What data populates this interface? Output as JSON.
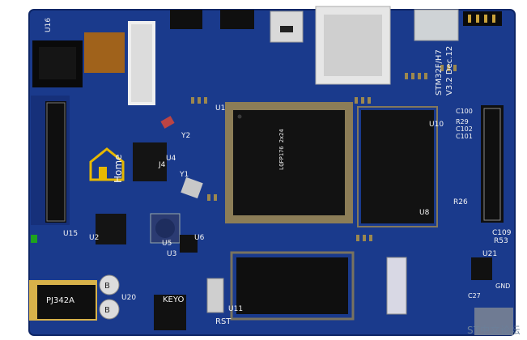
{
  "board": {
    "version_main": "STM32F/H7",
    "version_sub": "V3.2 Dec.12",
    "logo_text": "Home",
    "mcu_marking": "LQFP176 2x24",
    "watermark": "ST中文论坛",
    "buttons": {
      "keyo": "KEYO",
      "rst": "RST"
    },
    "jack_marking": "PJ342A",
    "labels": {
      "u1": "U1",
      "u2": "U2",
      "u3": "U3",
      "u4": "U4",
      "u5": "U5",
      "u6": "U6",
      "u8": "U8",
      "u10": "U10",
      "u11": "U11",
      "u15": "U15",
      "u16": "U16",
      "u20": "U20",
      "u21": "U21",
      "y1": "Y1",
      "y2": "Y2",
      "b1": "B",
      "b2": "B",
      "j4": "J4",
      "r26": "R26",
      "r53": "R53",
      "c109": "C109",
      "c100": "C100",
      "c102": "C102",
      "c101": "C101",
      "r29": "R29",
      "c27": "C27",
      "gnd": "GND"
    },
    "colors": {
      "pcb": "#1a3a8c",
      "pcb_light": "#2a4fa8",
      "gold": "#c9a23a",
      "chip": "#1a1a1a",
      "silk": "#f4f4f4"
    }
  }
}
